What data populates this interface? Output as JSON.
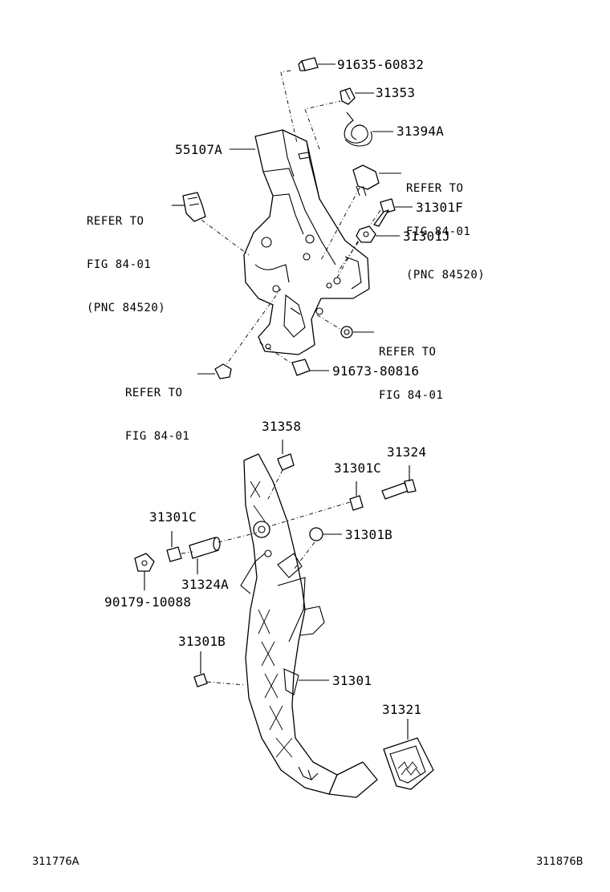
{
  "title": "",
  "parts": {
    "bolt_top": "91635-60832",
    "clip_top": "31353",
    "spring": "31394A",
    "bracket": "55107A",
    "bolt_right": "31301F",
    "nut_right": "31301J",
    "bolt_lower": "91673-80816",
    "pin_upper": "31358",
    "bolt_pivot": "31324",
    "bush_right": "31301C",
    "cushion_right": "31301B",
    "bush_left": "31301C",
    "collar": "31324A",
    "nut_left": "90179-10088",
    "cushion_left": "31301B",
    "pedal_arm": "31301",
    "pedal_pad": "31321"
  },
  "notes": {
    "ref_left": {
      "line1": "REFER TO",
      "line2": "FIG 84-01",
      "line3": "(PNC 84520)"
    },
    "ref_right": {
      "line1": "REFER TO",
      "line2": "FIG 84-01",
      "line3": "(PNC 84520)"
    },
    "ref_mid_right": {
      "line1": "REFER TO",
      "line2": "FIG 84-01"
    },
    "ref_bottom_left": {
      "line1": "REFER TO",
      "line2": "FIG 84-01"
    }
  },
  "footer": {
    "left_ref": "311776A",
    "right_ref": "311876B"
  }
}
